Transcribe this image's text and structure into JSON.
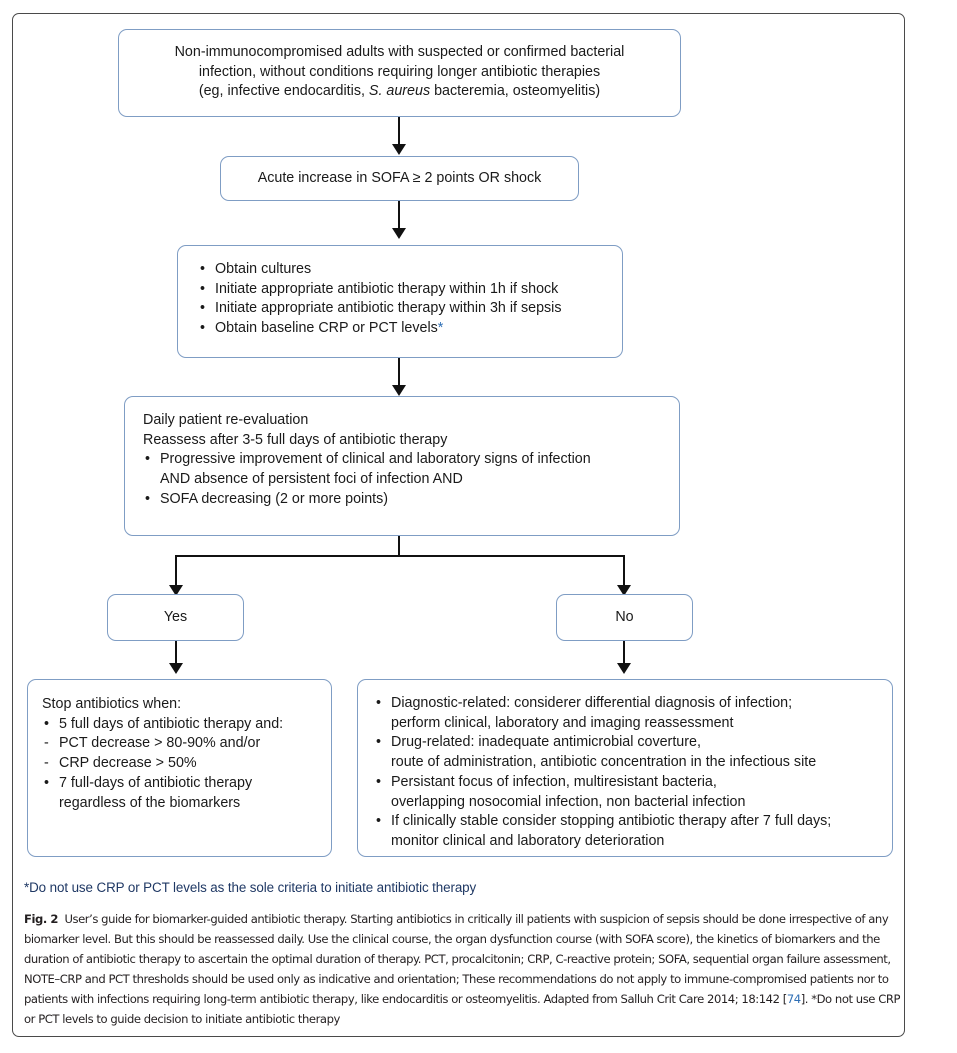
{
  "figure": {
    "id": "fig-2-biomarker-guided-antibiotic-therapy"
  },
  "flow": {
    "box1": {
      "line1": "Non-immunocompromised adults with suspected or confirmed bacterial",
      "line2": "infection, without conditions requiring longer antibiotic therapies",
      "line3_a": "(eg, infective endocarditis, ",
      "line3_italic": "S. aureus",
      "line3_b": " bacteremia, osteomyelitis)"
    },
    "box2": {
      "text": "Acute increase in SOFA ≥ 2 points OR shock"
    },
    "box3": {
      "bullets": [
        "Obtain cultures",
        "Initiate appropriate antibiotic therapy within 1h if shock",
        "Initiate appropriate antibiotic therapy within 3h if sepsis"
      ],
      "bullet4_text": "Obtain baseline CRP or PCT levels",
      "bullet4_star": "*"
    },
    "box4": {
      "heading1": "Daily patient re-evaluation",
      "heading2": "Reassess after 3-5 full days of antibiotic therapy",
      "bullets": [
        {
          "line1": "Progressive improvement of clinical and laboratory signs of infection",
          "line2": "AND absence of persistent foci of infection AND"
        },
        {
          "line1": "SOFA decreasing (2 or more points)",
          "line2": ""
        }
      ]
    },
    "yes_box": {
      "label": "Yes"
    },
    "no_box": {
      "label": "No"
    },
    "box_yes_outcome": {
      "heading": "Stop antibiotics when:",
      "items": [
        {
          "marker": "•",
          "text": "5 full days of antibiotic therapy and:"
        },
        {
          "marker": "-",
          "text": "PCT decrease > 80-90% and/or"
        },
        {
          "marker": "-",
          "text": "CRP decrease > 50%"
        },
        {
          "marker": "•",
          "text": "7 full-days of antibiotic therapy"
        }
      ],
      "last_continuation": "regardless of the biomarkers"
    },
    "box_no_outcome": {
      "bullets": [
        {
          "line1": "Diagnostic-related: considerer differential diagnosis of infection;",
          "line2": "perform clinical, laboratory and imaging reassessment"
        },
        {
          "line1": "Drug-related: inadequate antimicrobial coverture,",
          "line2": "route of administration, antibiotic concentration in the infectious site"
        },
        {
          "line1": "Persistant focus of infection, multiresistant bacteria,",
          "line2": "overlapping nosocomial infection, non bacterial infection"
        },
        {
          "line1": "If clinically stable consider stopping antibiotic therapy after 7 full days;",
          "line2": "monitor clinical and laboratory deterioration"
        }
      ]
    }
  },
  "footnote": {
    "text": "*Do not use CRP or PCT levels as the sole criteria to initiate antibiotic therapy"
  },
  "caption": {
    "label": "Fig. 2",
    "part1": "User’s guide for biomarker-guided antibiotic therapy. Starting antibiotics in critically ill patients with suspicion of sepsis should be done irrespective of any biomarker level. But this should be reassessed daily. Use the clinical course, the organ dysfunction course (with SOFA score), the kinetics of biomarkers and the duration of antibiotic therapy to ascertain the optimal duration of therapy. PCT, procalcitonin; CRP, C-reactive protein; SOFA, sequential organ failure assessment, NOTE–CRP and PCT thresholds should be used only as indicative and orientation; These recommendations do not apply to immune-compromised patients nor to patients with infections requiring long-term antibiotic therapy, like endocarditis or osteomyelitis. Adapted from Salluh Crit Care 2014; 18:142 [",
    "citation": "74",
    "part2": "]. *Do not use CRP or PCT levels to guide decision to initiate antibiotic therapy"
  },
  "colors": {
    "box_border": "#7f9dc4",
    "connector": "#111111",
    "footnote_text": "#1f3864",
    "accent_blue": "#2f6fb5",
    "frame": "#4a4a4a"
  }
}
